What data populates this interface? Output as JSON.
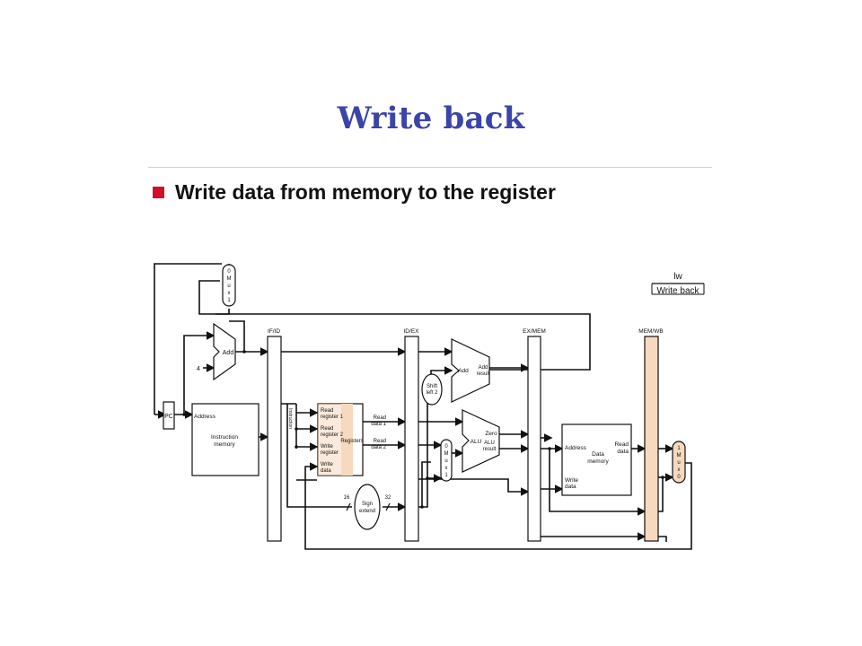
{
  "slide": {
    "title": "Write back",
    "bullet": "Write data from memory to the register"
  },
  "colors": {
    "title": "#3b44a8",
    "bullet": "#d0112b",
    "highlight": "#f6d9be",
    "rule": "#c9d3e6"
  },
  "diagram": {
    "stage_box": {
      "top": "lw",
      "bottom": "Write back"
    },
    "pipeline_registers": {
      "ifid": "IF/ID",
      "idex": "ID/EX",
      "exmem": "EX/MEM",
      "memwb": "MEM/WB"
    },
    "pc": "PC",
    "constant_four": "4",
    "add_pc": "Add",
    "instruction_memory": {
      "address": "Address",
      "title": "Instruction",
      "title2": "memory"
    },
    "instruction_label": "Instruction",
    "registers": {
      "read_reg1": [
        "Read",
        "register 1"
      ],
      "read_reg2": [
        "Read",
        "register 2"
      ],
      "write_reg": [
        "Write",
        "register"
      ],
      "write_data": [
        "Write",
        "data"
      ],
      "name": "Registers",
      "read_data1": [
        "Read",
        "data 1"
      ],
      "read_data2": [
        "Read",
        "data 2"
      ]
    },
    "top_mux": [
      "0",
      "M",
      "u",
      "x",
      "1"
    ],
    "alu_mux": [
      "0",
      "M",
      "u",
      "x",
      "1"
    ],
    "wb_mux": [
      "1",
      "M",
      "u",
      "x",
      "0"
    ],
    "shift_left": [
      "Shift",
      "left 2"
    ],
    "branch_adder": {
      "name": "Add",
      "result": [
        "Add",
        "result"
      ]
    },
    "alu": {
      "name": "ALU",
      "zero": "Zero",
      "result": [
        "ALU",
        "result"
      ]
    },
    "data_memory": {
      "address": "Address",
      "title": [
        "Data",
        "memory"
      ],
      "read": [
        "Read",
        "data"
      ],
      "write": [
        "Write",
        "data"
      ]
    },
    "sign_extend": {
      "name": [
        "Sign",
        "extend"
      ],
      "in_bits": "16",
      "out_bits": "32"
    }
  }
}
